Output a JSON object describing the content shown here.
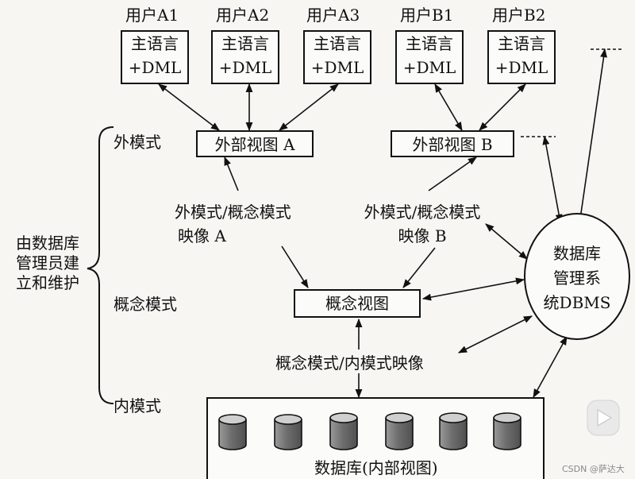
{
  "users": [
    {
      "name": "用户A1",
      "line1": "主语言",
      "line2": "+DML"
    },
    {
      "name": "用户A2",
      "line1": "主语言",
      "line2": "+DML"
    },
    {
      "name": "用户A3",
      "line1": "主语言",
      "line2": "+DML"
    },
    {
      "name": "用户B1",
      "line1": "主语言",
      "line2": "+DML"
    },
    {
      "name": "用户B2",
      "line1": "主语言",
      "line2": "+DML"
    }
  ],
  "levels": {
    "external": "外模式",
    "conceptual": "概念模式",
    "internal": "内模式"
  },
  "admin": {
    "line1": "由数据库",
    "line2": "管理员建",
    "line3": "立和维护"
  },
  "views": {
    "external_a": "外部视图 A",
    "external_b": "外部视图 B",
    "conceptual": "概念视图"
  },
  "mappings": {
    "a_line1": "外模式/概念模式",
    "a_line2": "映像 A",
    "b_line1": "外模式/概念模式",
    "b_line2": "映像 B",
    "conceptual_internal": "概念模式/内模式映像"
  },
  "dbms": {
    "line1": "数据库",
    "line2": "管理系",
    "line3": "统DBMS"
  },
  "database_label": "数据库(内部视图)",
  "watermark": "CSDN @萨达大"
}
